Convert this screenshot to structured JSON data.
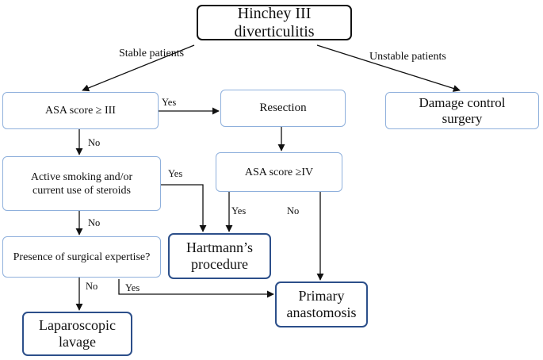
{
  "nodes": {
    "root": "Hinchey III diverticulitis",
    "asa_iii": "ASA score ≥ III",
    "resection": "Resection",
    "damage_control": "Damage control surgery",
    "smoking_steroids": "Active smoking and/or current use of steroids",
    "asa_iv": "ASA score ≥IV",
    "surgical_expertise": "Presence of surgical expertise?",
    "hartmann": "Hartmann’s procedure",
    "primary_anastomosis": "Primary anastomosis",
    "laparoscopic_lavage": "Laparoscopic lavage"
  },
  "edges": {
    "stable": "Stable patients",
    "unstable": "Unstable patients",
    "asa_iii_yes": "Yes",
    "asa_iii_no": "No",
    "smoking_yes": "Yes",
    "smoking_no": "No",
    "asa_iv_yes": "Yes",
    "asa_iv_no": "No",
    "expertise_no": "No",
    "expertise_yes": "Yes"
  }
}
